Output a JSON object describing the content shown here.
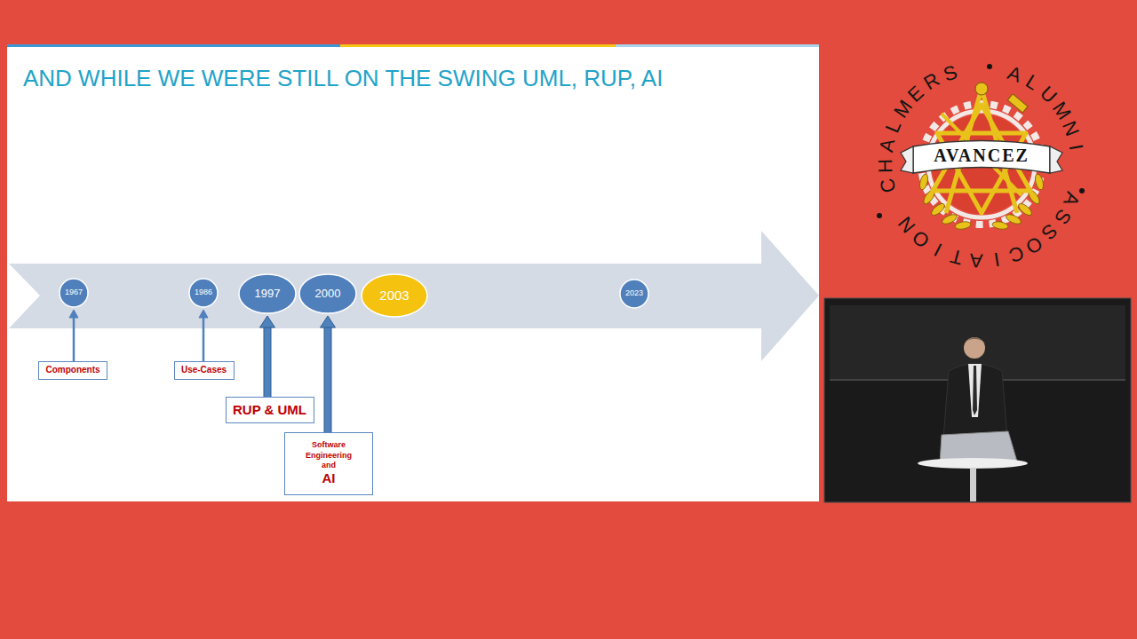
{
  "diagram": {
    "title": "AND WHILE WE WERE STILL ON THE SWING UML, RUP, AI",
    "nodes": [
      {
        "text": [
          "1967"
        ]
      },
      {
        "text": [
          "1986"
        ]
      },
      {
        "text": [
          "1997"
        ]
      },
      {
        "text": [
          "2000"
        ]
      },
      {
        "text": [
          "2003"
        ]
      },
      {
        "text": [
          "2023"
        ]
      },
      {
        "text": [
          "Components"
        ]
      },
      {
        "text": [
          "Use-Cases"
        ]
      },
      {
        "text": [
          "RUP & UML"
        ]
      },
      {
        "text": [
          "Software Engineering and",
          "AI"
        ]
      }
    ],
    "edges": [
      {
        "from": 6,
        "to": 0,
        "arrow": "to"
      },
      {
        "from": 7,
        "to": 1,
        "arrow": "to"
      },
      {
        "from": 8,
        "to": 2,
        "arrow": "to"
      },
      {
        "from": 9,
        "to": 3,
        "arrow": "to"
      }
    ],
    "labels": [
      "CHALMERS",
      "ALUMNI",
      "ASSOCIATION",
      "AVANCEZ"
    ]
  }
}
